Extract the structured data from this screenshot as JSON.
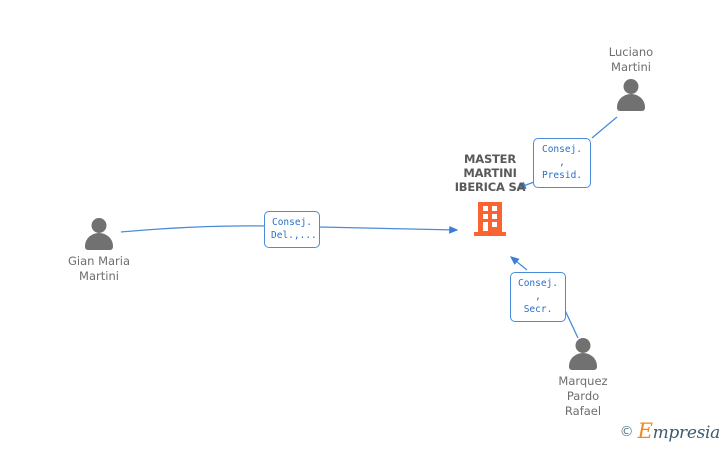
{
  "diagram": {
    "type": "org-relationship-graph",
    "company": {
      "name": "MASTER\nMARTINI\nIBERICA SA",
      "icon": "building-icon",
      "color": "#fa6432"
    },
    "people": [
      {
        "id": "gian-maria-martini",
        "name": "Gian Maria\nMartini",
        "icon": "person-avatar-icon",
        "name_position": "below"
      },
      {
        "id": "luciano-martini",
        "name": "Luciano\nMartini",
        "icon": "person-avatar-icon",
        "name_position": "above"
      },
      {
        "id": "marquez-pardo-rafael",
        "name": "Marquez\nPardo\nRafael",
        "icon": "person-avatar-icon",
        "name_position": "below"
      }
    ],
    "relations": [
      {
        "id": "rel-consej-del",
        "label": "Consej.\nDel.,...",
        "from": "gian-maria-martini",
        "to": "company"
      },
      {
        "id": "rel-consej-presid",
        "label": "Consej. ,\nPresid.",
        "from": "luciano-martini",
        "to": "company"
      },
      {
        "id": "rel-consej-secr",
        "label": "Consej. ,\nSecr.",
        "from": "marquez-pardo-rafael",
        "to": "company"
      }
    ],
    "edge_color": "#4a8cd8",
    "label_border_color": "#4a8cd8",
    "label_text_color": "#2a6fc9",
    "person_color": "#717171",
    "company_text_color": "#5a5a5a"
  },
  "watermark": {
    "copyright": "©",
    "brand_initial": "E",
    "brand_rest": "mpresia",
    "initial_color": "#f08a20",
    "rest_color": "#3d5c70"
  }
}
